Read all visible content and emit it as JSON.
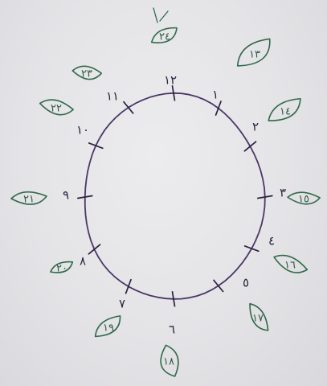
{
  "clock": {
    "hours": [
      {
        "label": "١٢",
        "leaf": "٢٤"
      },
      {
        "label": "١",
        "leaf": "١٣"
      },
      {
        "label": "٢",
        "leaf": "١٤"
      },
      {
        "label": "٣",
        "leaf": "١٥"
      },
      {
        "label": "٤",
        "leaf": "١٦"
      },
      {
        "label": "٥",
        "leaf": "١٧"
      },
      {
        "label": "٦",
        "leaf": "١٨"
      },
      {
        "label": "٧",
        "leaf": "١٩"
      },
      {
        "label": "٨",
        "leaf": "٢٠"
      },
      {
        "label": "٩",
        "leaf": "٢١"
      },
      {
        "label": "١٠",
        "leaf": "٢٢"
      },
      {
        "label": "١١",
        "leaf": "٢٣"
      }
    ]
  },
  "colors": {
    "circle": "#4a3768",
    "ink": "#2b2540",
    "leaf": "#2f6a4a"
  }
}
